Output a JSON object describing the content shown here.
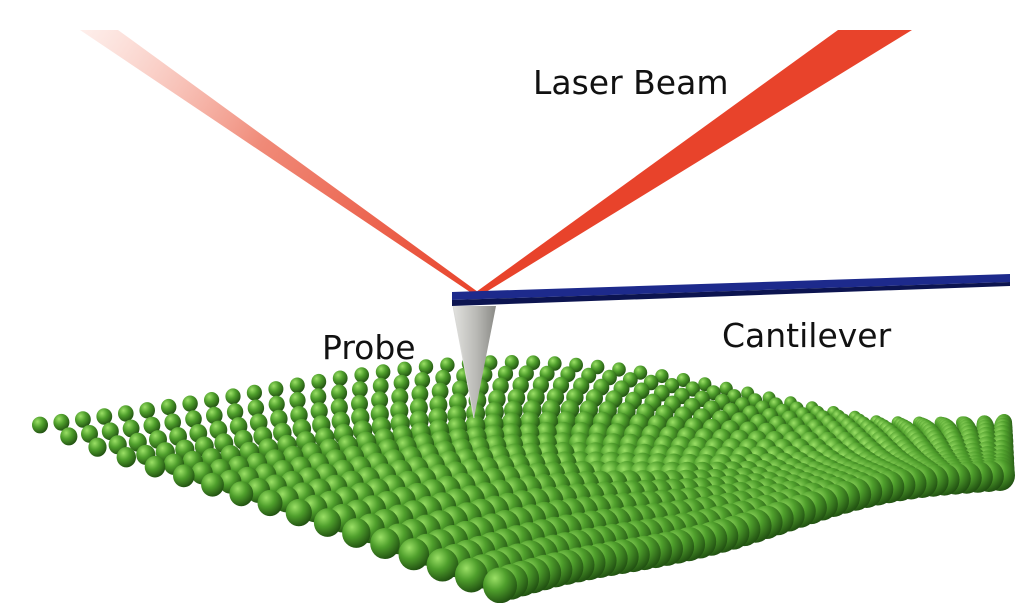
{
  "labels": {
    "laser_beam": "Laser Beam",
    "probe": "Probe",
    "cantilever": "Cantilever"
  },
  "colors": {
    "laser_strong": "#e8432b",
    "laser_faded": "#f6c9bf",
    "cantilever_top": "#1d2a8c",
    "cantilever_side": "#0c1450",
    "probe_light": "#c9c9c6",
    "probe_dark": "#8e8e8a",
    "atom_base": "#4a9a2a",
    "atom_highlight": "#8fd25c",
    "atom_shadow": "#1f4d10"
  },
  "icons": {
    "laser": "laser-beam-icon",
    "cantilever": "cantilever-bar-icon",
    "probe": "probe-tip-icon",
    "sample": "atomic-surface-icon"
  }
}
